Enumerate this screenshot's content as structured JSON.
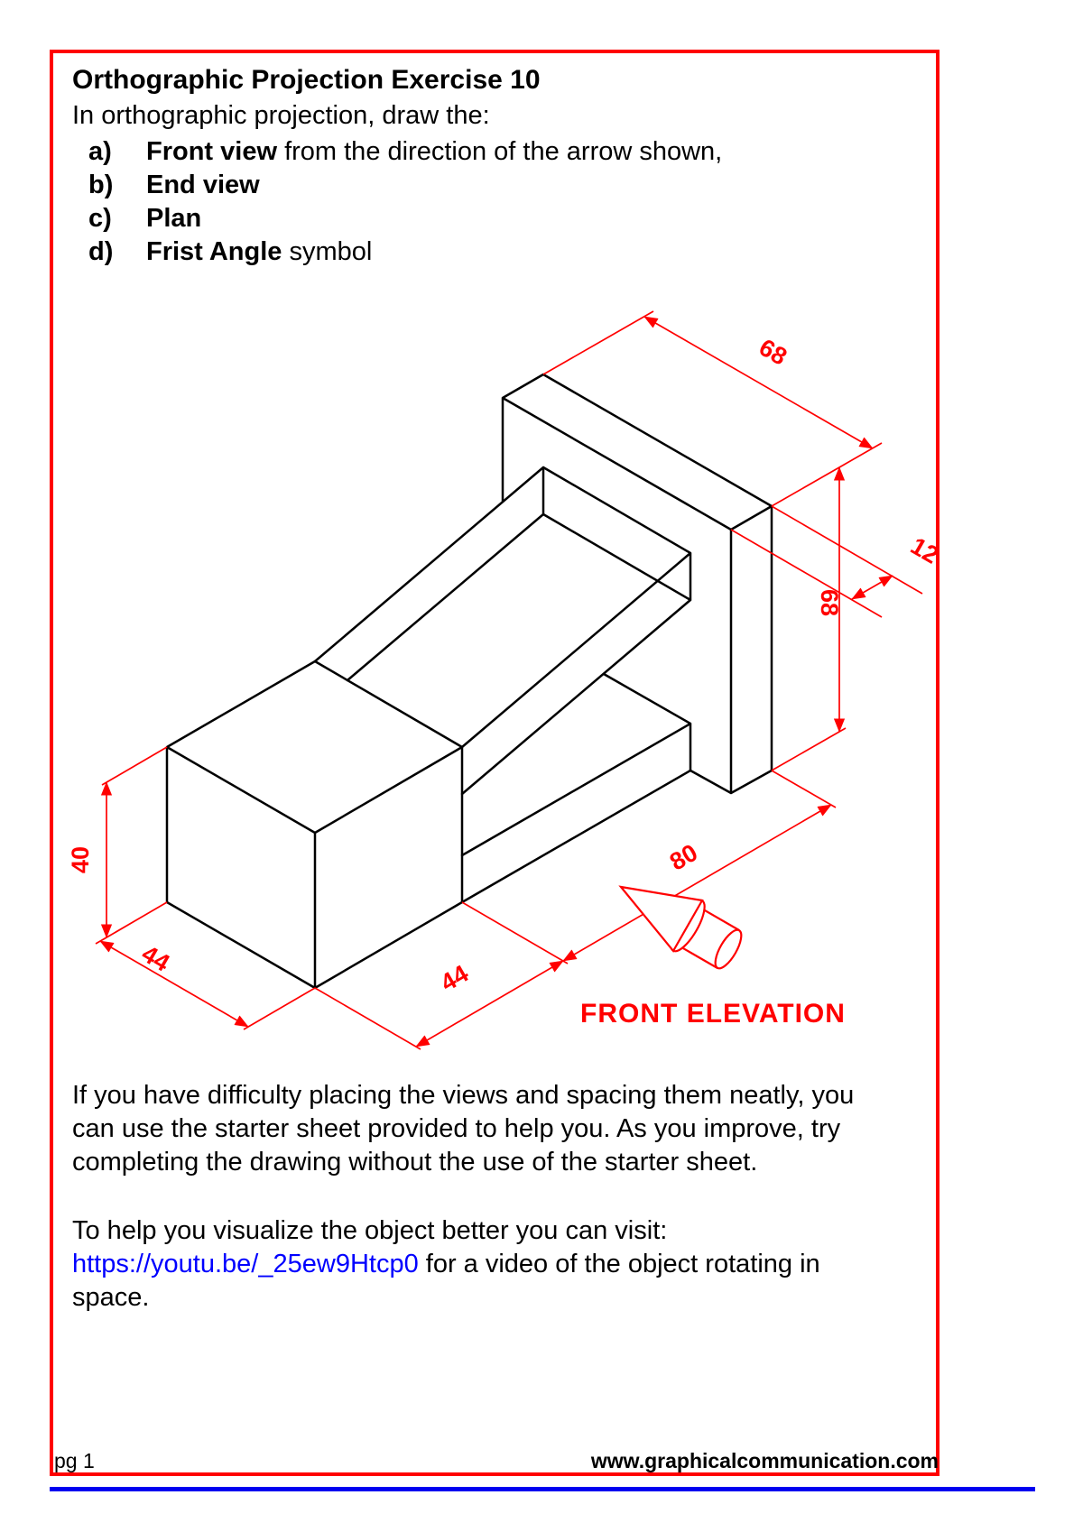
{
  "header": {
    "title": "Orthographic Projection Exercise 10",
    "intro": "In orthographic projection, draw the:",
    "tasks": [
      {
        "label": "a)",
        "bold": "Front view",
        "rest": " from the direction of the arrow shown,"
      },
      {
        "label": "b)",
        "bold": "End view",
        "rest": ""
      },
      {
        "label": "c)",
        "bold": "Plan",
        "rest": ""
      },
      {
        "label": "d)",
        "bold": "Frist Angle",
        "rest": " symbol"
      }
    ]
  },
  "drawing": {
    "view_label": "FRONT ELEVATION",
    "dims": {
      "plate_width": "68",
      "plate_height": "68",
      "plate_thickness": "12",
      "length": "80",
      "cube_depth": "44",
      "cube_width": "44",
      "cube_height": "40"
    }
  },
  "body": {
    "help_lines": [
      "If you have difficulty placing the views and spacing them neatly, you",
      "can use the starter sheet provided to help you. As you improve, try",
      "completing the drawing without the use of the starter sheet."
    ],
    "visit_line": "To help you visualize the object better you can visit:",
    "link": "https://youtu.be/_25ew9Htcp0",
    "link_rest": " for a video of the object rotating in",
    "last_line": "space."
  },
  "footer": {
    "page": "pg 1",
    "website": "www.graphicalcommunication.com"
  },
  "colors": {
    "dimension_red": "#ff0000",
    "border_red": "#ff0000",
    "link_blue": "#0000ff",
    "bar_blue": "#0000f0",
    "ink": "#000000"
  }
}
